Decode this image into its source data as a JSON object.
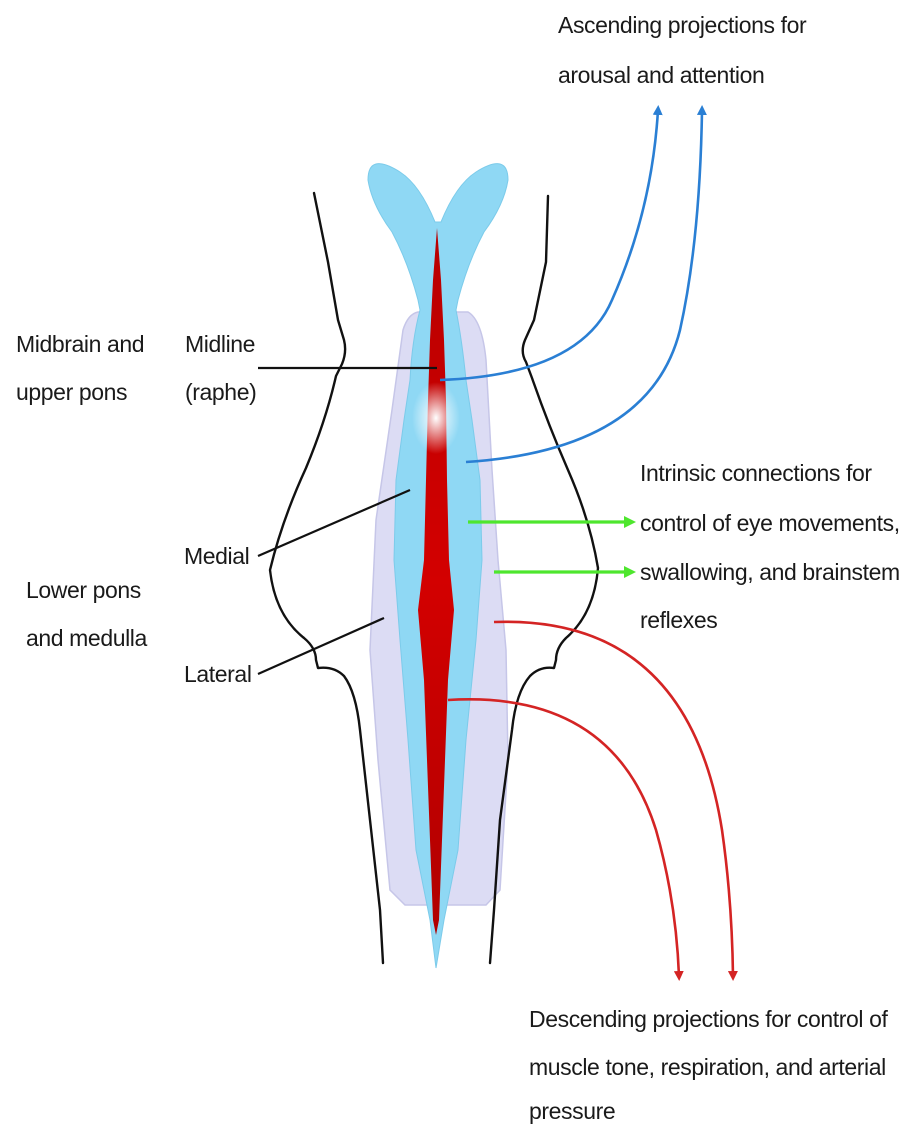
{
  "labels": {
    "ascending_1": "Ascending projections for",
    "ascending_2": "arousal and attention",
    "midbrain_1": "Midbrain and",
    "midbrain_2": "upper pons",
    "midline_1": "Midline",
    "midline_2": "(raphe)",
    "medial": "Medial",
    "lower_pons_1": "Lower pons",
    "lower_pons_2": "and medulla",
    "lateral": "Lateral",
    "intrinsic_1": "Intrinsic connections for",
    "intrinsic_2": "control of eye movements,",
    "intrinsic_3": "swallowing, and brainstem",
    "intrinsic_4": "reflexes",
    "descending_1": "Descending projections for control of",
    "descending_2": "muscle tone, respiration, and arterial",
    "descending_3": "pressure"
  },
  "colors": {
    "ascending_arrows": "#2a7fd4",
    "intrinsic_arrows": "#4ee62e",
    "descending_arrows": "#d42424",
    "midline_raphe": "#c00000",
    "medial_zone": "#8fd8f4",
    "lateral_zone": "#dcdcf4",
    "outline": "#111111"
  }
}
